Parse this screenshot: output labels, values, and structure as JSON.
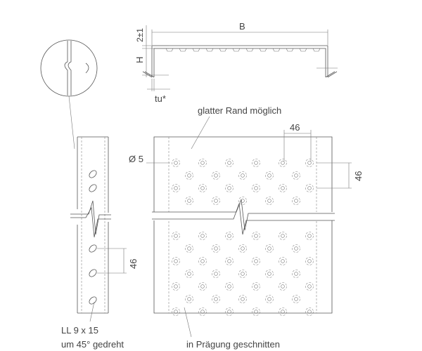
{
  "labels": {
    "width": "B",
    "tolerance": "2±1",
    "height": "H",
    "thickness": "tu*",
    "smooth_edge": "glatter Rand möglich",
    "hole_diameter": "Ø 5",
    "pitch_top": "46",
    "pitch_right": "46",
    "pitch_left": "46",
    "slot_line1": "LL 9 x 15",
    "slot_line2": "um 45° gedreht",
    "cut_note": "in Prägung geschnitten"
  }
}
